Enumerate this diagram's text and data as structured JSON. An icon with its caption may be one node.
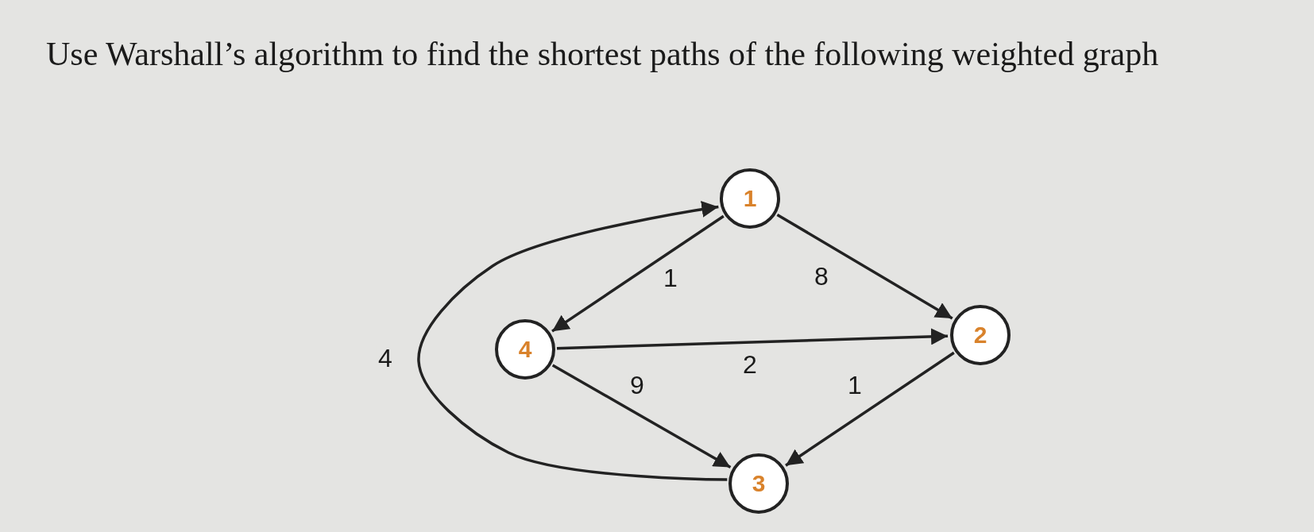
{
  "diagram": {
    "title": "Use Warshall’s algorithm to find the shortest paths of the following weighted graph",
    "nodes": [
      {
        "text": [
          "1"
        ]
      },
      {
        "text": [
          "2"
        ]
      },
      {
        "text": [
          "3"
        ]
      },
      {
        "text": [
          "4"
        ]
      }
    ],
    "edges": [
      {
        "from": 0,
        "to": 1,
        "arrow": "to",
        "label": "8"
      },
      {
        "from": 0,
        "to": 3,
        "arrow": "to",
        "label": "1"
      },
      {
        "from": 3,
        "to": 1,
        "arrow": "to",
        "label": "2"
      },
      {
        "from": 3,
        "to": 2,
        "arrow": "to",
        "label": "9"
      },
      {
        "from": 1,
        "to": 2,
        "arrow": "to",
        "label": "1"
      },
      {
        "from": 2,
        "to": 0,
        "arrow": "to",
        "label": "4"
      }
    ]
  }
}
